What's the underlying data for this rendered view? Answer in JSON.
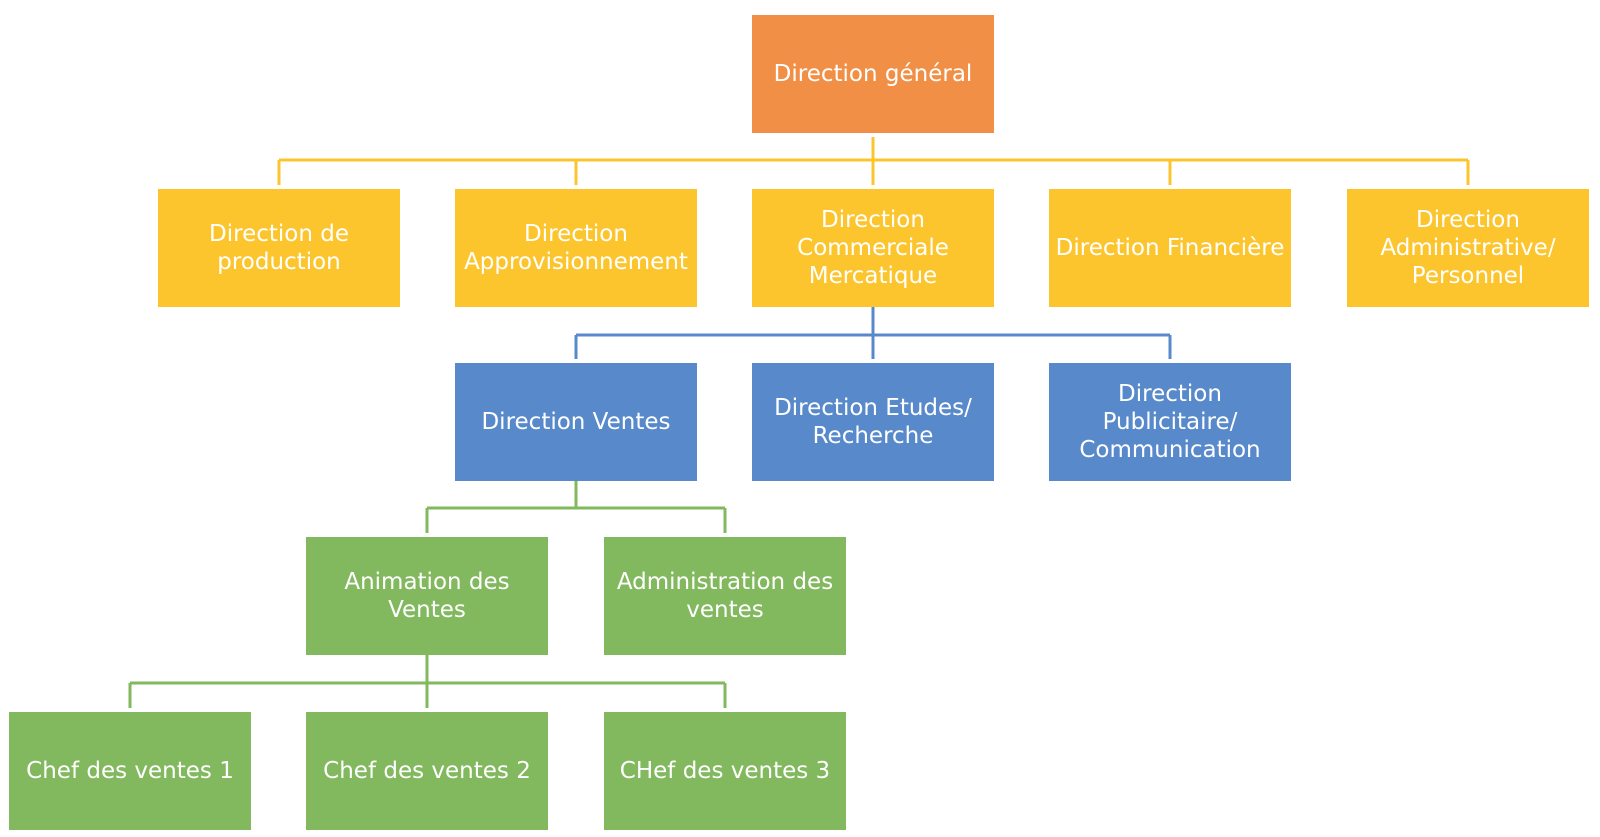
{
  "colors": {
    "top": "#f08f45",
    "directions": "#fcc52e",
    "commercial_children": "#5889cb",
    "sales_children": "#82b85e"
  },
  "nodes": {
    "direction_general": "Direction général",
    "direction_production": "Direction de\nproduction",
    "direction_approvisionnement": "Direction\nApprovisionnement",
    "direction_commerciale": "Direction\nCommerciale\nMercatique",
    "direction_financiere": "Direction Financière",
    "direction_administrative": "Direction\nAdministrative/\nPersonnel",
    "direction_ventes": "Direction Ventes",
    "direction_etudes": "Direction Etudes/\nRecherche",
    "direction_publicitaire": "Direction\nPublicitaire/\nCommunication",
    "animation_ventes": "Animation des\nVentes",
    "administration_ventes": "Administration des\nventes",
    "chef_ventes_1": "Chef des ventes 1",
    "chef_ventes_2": "Chef des ventes 2",
    "chef_ventes_3": "CHef des ventes 3"
  }
}
